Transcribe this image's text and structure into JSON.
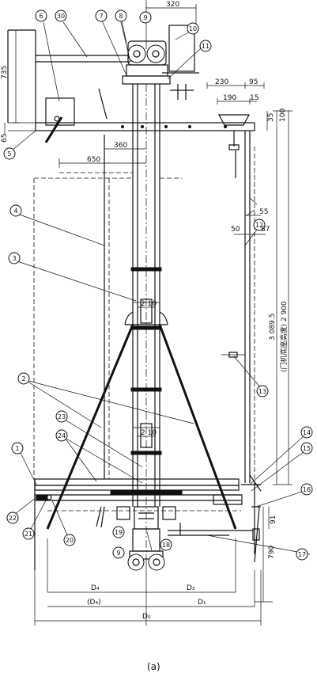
{
  "dimensions": {
    "d320": "320",
    "d735": "735",
    "d65": "65",
    "d230": "230",
    "d95": "95",
    "d190": "190",
    "d15": "15",
    "d35": "35",
    "d100": "100",
    "d360": "360",
    "d650": "650",
    "d55": "55",
    "d50": "50",
    "d87": "87",
    "d30895": "3 089.5",
    "d2900": "(门机底座高度) 2 900",
    "d210a": "2 10",
    "d210b": "2 10",
    "d91": "91",
    "d790": "790"
  },
  "diameters": {
    "D4": "D₄",
    "D3": "D₃",
    "D4p": "(D₄)",
    "D1": "D₁",
    "D0": "D₀"
  },
  "callouts": [
    "1",
    "2",
    "3",
    "4",
    "5",
    "6",
    "7",
    "8",
    "9",
    "10",
    "11",
    "12",
    "13",
    "14",
    "15",
    "16",
    "17",
    "18",
    "19",
    "20",
    "21",
    "22",
    "23",
    "24",
    "30"
  ],
  "caption": "(a)"
}
